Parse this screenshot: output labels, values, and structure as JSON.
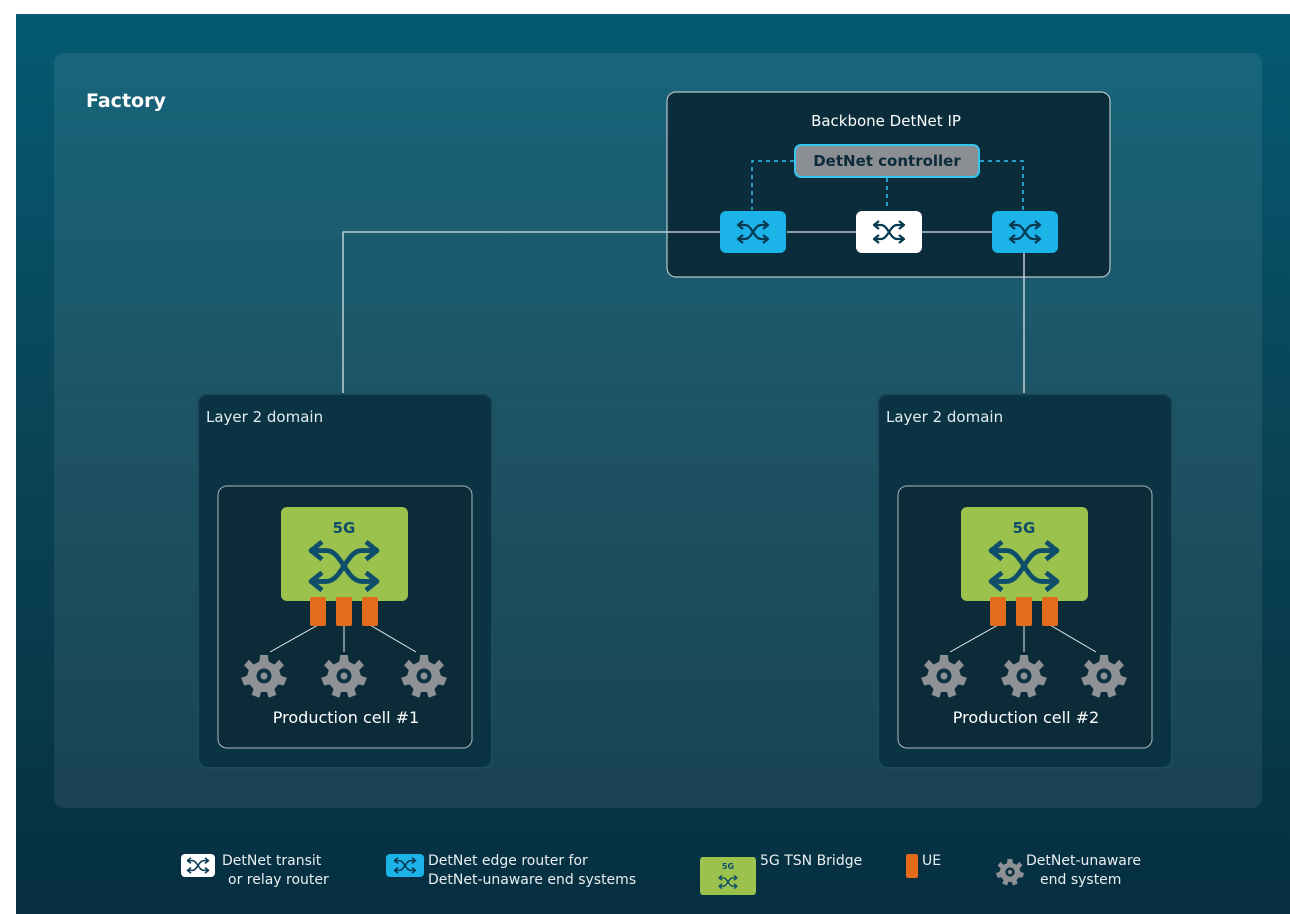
{
  "factory": {
    "title": "Factory"
  },
  "backbone": {
    "title": "Backbone DetNet IP",
    "controller_label": "DetNet controller"
  },
  "domains": [
    {
      "label": "Layer 2 domain",
      "cell_label": "Production cell #1",
      "bridge_badge": "5G"
    },
    {
      "label": "Layer 2 domain",
      "cell_label": "Production cell #2",
      "bridge_badge": "5G"
    }
  ],
  "legend": {
    "transit_router": {
      "line1": "DetNet transit",
      "line2": "or relay router"
    },
    "edge_router": {
      "line1": "DetNet edge router for",
      "line2": "DetNet-unaware end systems"
    },
    "tsn_bridge": {
      "label": "5G TSN Bridge",
      "badge": "5G"
    },
    "ue": {
      "label": "UE"
    },
    "end_system": {
      "line1": "DetNet-unaware",
      "line2": "end system"
    }
  },
  "icons": {
    "transit_router": "router-switch-icon-white",
    "edge_router": "router-switch-icon-cyan",
    "tsn_bridge": "5g-bridge-icon",
    "ue": "ue-block-icon",
    "end_system": "gear-icon"
  },
  "colors": {
    "background_top": "#045a72",
    "background_bottom": "#062f40",
    "edge_router": "#1bb3e8",
    "transit_router": "#ffffff",
    "bridge": "#9cc24e",
    "ue": "#e26b1c",
    "gear": "#8e9297",
    "controller": "#8b8f93",
    "controller_border": "#36c5ee"
  }
}
